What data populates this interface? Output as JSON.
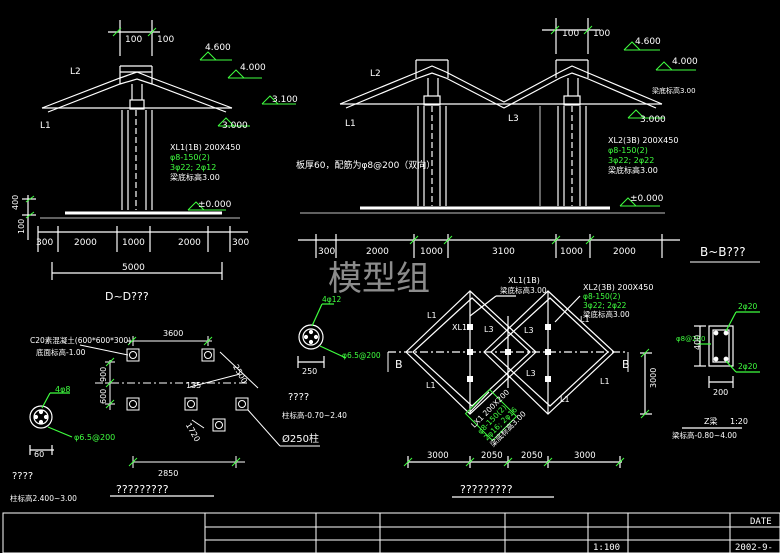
{
  "left_elevation": {
    "dim_top": "100",
    "dim_top_right": "100",
    "elev_4600": "4.600",
    "elev_4000": "4.000",
    "elev_3100": "3.100",
    "elev_3000": "3.000",
    "elev_0000": "±0.000",
    "beam_l2": "L2",
    "beam_l1": "L1",
    "beam_note_1": "XL1(1B) 200X450",
    "beam_note_2": "φ8-150(2)",
    "beam_note_3": "3φ22; 2φ12",
    "beam_note_4": "梁底标高3.00",
    "dim_400": "400",
    "dim_100": "100",
    "dims_row": [
      "300",
      "2000",
      "1000",
      "2000",
      "300"
    ],
    "dim_total": "5000",
    "section_title": "D~D???"
  },
  "right_elevation": {
    "dim_top": "100",
    "dim_top_right": "100",
    "elev_4600": "4.600",
    "elev_4000": "4.000",
    "elev_3000_a": "梁底标高3.00",
    "elev_3000": "3.000",
    "elev_0000": "±0.000",
    "beam_l2": "L2",
    "beam_l1": "L1",
    "beam_l3": "L3",
    "slab_note": "板厚60，配筋为φ8@200（双向）",
    "beam_note_1": "XL2(3B) 200X450",
    "beam_note_2": "φ8-150(2)",
    "beam_note_3": "3φ22; 2φ22",
    "beam_note_4": "梁底标高3.00",
    "dims_row": [
      "300",
      "2000",
      "1000",
      "3100",
      "1000",
      "2000"
    ]
  },
  "watermark": "模型组",
  "section_bb": "B~B???",
  "foundation_plan": {
    "pad_note_1": "C20素混凝土(600*600*300)",
    "pad_note_2": "底面标高-1.00",
    "dim_3600": "3600",
    "dim_2500": "2500",
    "dim_900": "900",
    "dim_600": "600",
    "dim_135": "135",
    "dim_1720": "1720",
    "dim_2850": "2850",
    "col_note": "Ø250柱",
    "rebar_4": "4φ8",
    "stirrup": "φ6.5@200",
    "dim_60": "60",
    "label_q": "????",
    "elev_note": "柱标高2.400~3.00",
    "title": "?????????"
  },
  "column_detail": {
    "rebar_4": "4φ12",
    "stirrup": "φ6.5@200",
    "dim_250": "250",
    "label_q": "????",
    "elev_note": "柱标高-0.70~2.40"
  },
  "roof_plan": {
    "xl1_note_1": "XL1(1B)",
    "xl1_note_2": "梁底标高3.00",
    "xl2_note_1": "XL2(3B) 200X450",
    "xl2_note_2": "φ8-150(2)",
    "xl2_note_3": "3φ22; 2φ22",
    "xl2_note_4": "梁底标高3.00",
    "lx1_note_1": "LX1 200X200",
    "lx1_note_2": "φ8-150(2)",
    "lx1_note_3": "2φ16; 2φ16",
    "lx1_note_4": "梁底标高3.00",
    "labels": [
      "L1",
      "XL1",
      "L3",
      "L3",
      "L1",
      "L1",
      "L3",
      "L1",
      "L1"
    ],
    "mark_b": "B",
    "dim_3000_v": "3000",
    "dims_row": [
      "3000",
      "2050",
      "2050",
      "3000"
    ],
    "title": "?????????"
  },
  "beam_section": {
    "top_rebar": "2φ20",
    "side_rebar": "φ8@200",
    "bottom_rebar": "2φ20",
    "dim_400": "400",
    "dim_200": "200",
    "label": "Z梁",
    "scale": "1:20",
    "elev_note": "梁标高-0.80~4.00"
  },
  "title_block": {
    "scale": "1:100",
    "date_label": "DATE",
    "date_value": "2002-9-"
  }
}
